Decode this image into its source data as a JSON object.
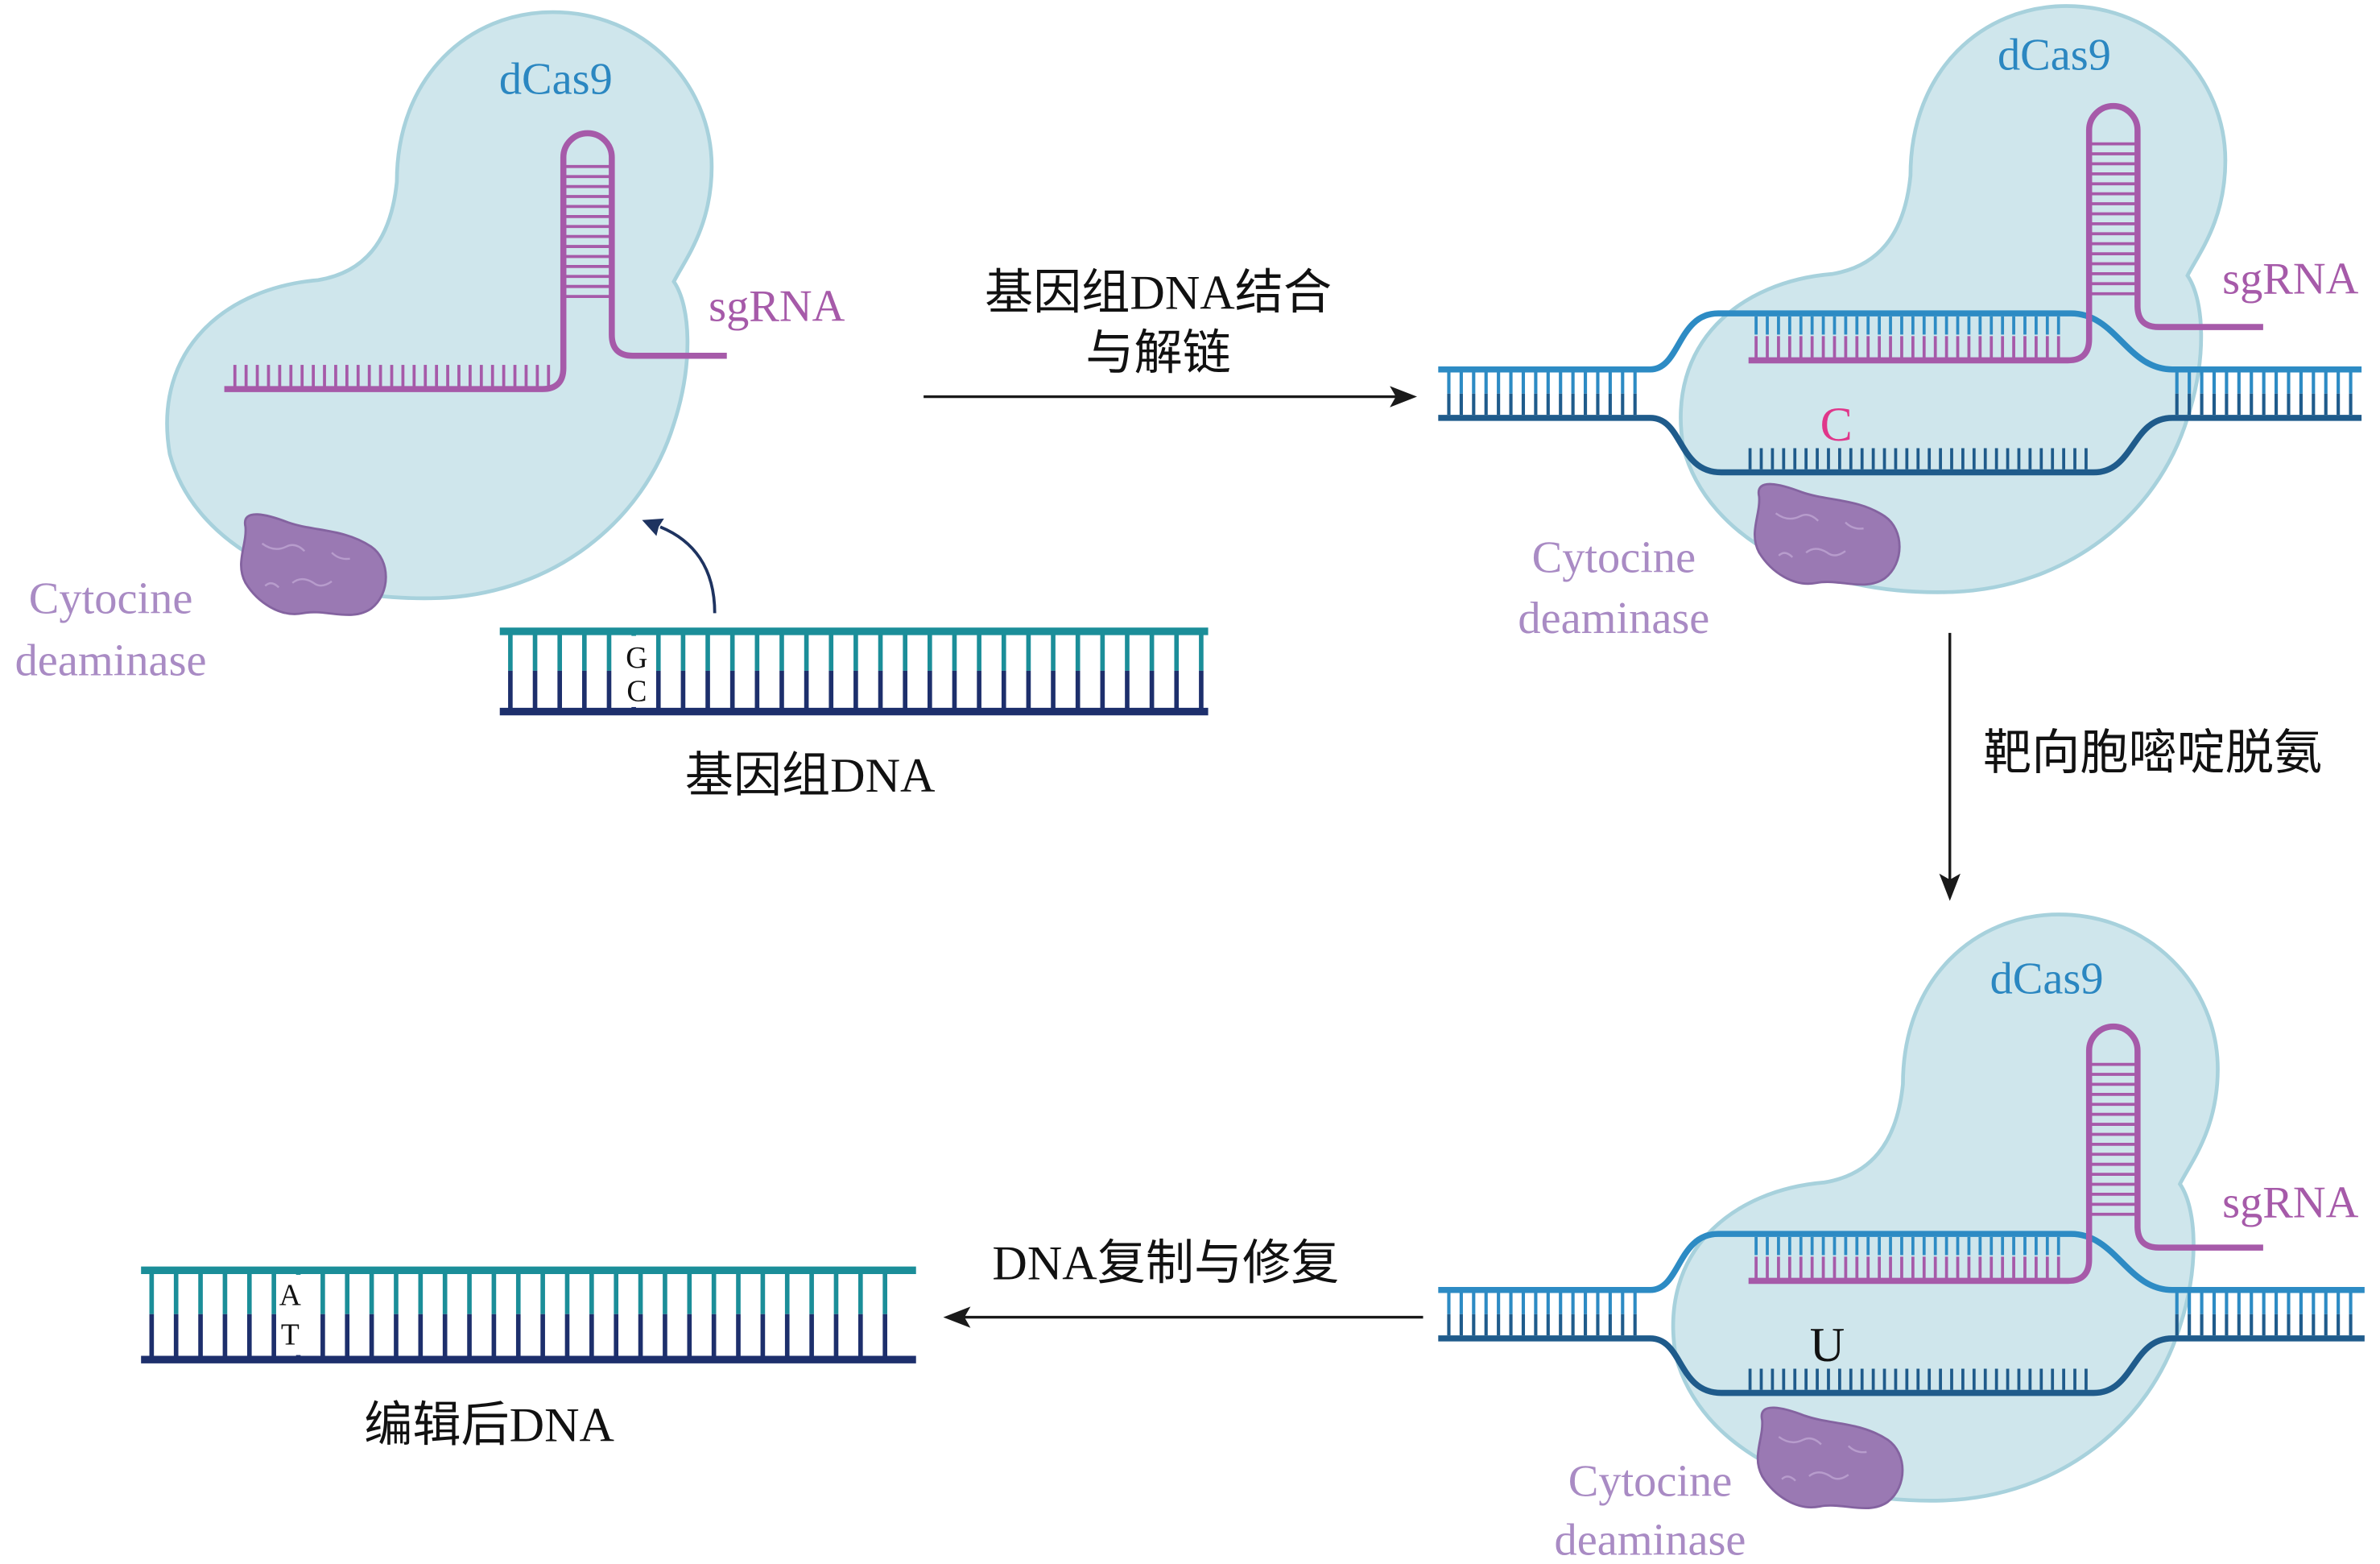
{
  "panels": [
    {
      "protein": "dCas9",
      "guide": "sgRNA",
      "enzyme_line1": "Cytocine",
      "enzyme_line2": "deaminase"
    },
    {
      "protein": "dCas9",
      "guide": "sgRNA",
      "enzyme_line1": "Cytocine",
      "enzyme_line2": "deaminase",
      "target_base": "C"
    },
    {
      "protein": "dCas9",
      "guide": "sgRNA",
      "enzyme_line1": "Cytocine",
      "enzyme_line2": "deaminase",
      "target_base": "U"
    }
  ],
  "steps": {
    "binding_line1": "基因组DNA结合",
    "binding_line2": "与解链",
    "deamination": "靶向胞嘧啶脱氨",
    "repair": "DNA复制与修复"
  },
  "genomic_dna": {
    "label": "基因组DNA",
    "top_base": "G",
    "bottom_base": "C"
  },
  "edited_dna": {
    "label": "编辑后DNA",
    "top_base": "A",
    "bottom_base": "T"
  },
  "colors": {
    "protein_fill": "#cfe6ec",
    "protein_outline": "#a7d1dc",
    "sgrna": "#a65aa9",
    "enzyme": "#9a79b3",
    "enzyme_outline": "#8463a0",
    "enzyme_texture": "#b79ccc",
    "enzyme_label": "#a98bc4",
    "dcas9_label": "#2b87c1",
    "dna_top": "#2d8bc4",
    "dna_bottom": "#1f5b8b",
    "genomic_top": "#1b8e99",
    "genomic_bottom": "#1d2f6c",
    "target_c": "#e0368a",
    "base_text": "#111111",
    "arrow": "#1a1a1a",
    "curved_arrow": "#1e3360"
  }
}
